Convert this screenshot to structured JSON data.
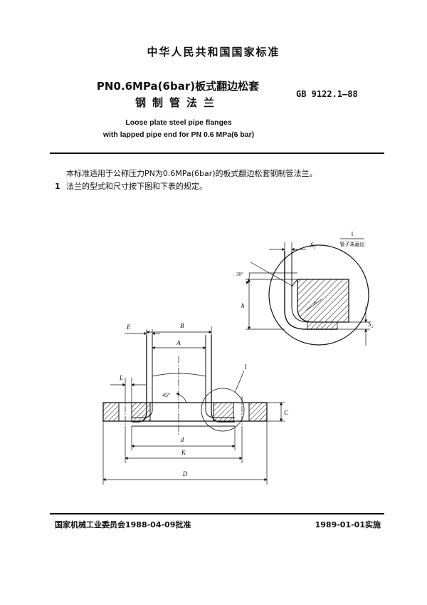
{
  "header": {
    "org": "中华人民共和国国家标准",
    "title_line1": "PN0.6MPa(6bar)板式翻边松套",
    "title_line2": "钢制管法兰",
    "standard_code": "GB 9122.1—88",
    "english_line1": "Loose plate steel pipe flanges",
    "english_line2": "with lapped pipe end for PN 0.6 MPa(6 bar)"
  },
  "body": {
    "para1": "本标准适用于公称压力PN为0.6MPa(6bar)的板式翻边松套钢制管法兰。",
    "para2_number": "1",
    "para2_text": "法兰的型式和尺寸按下图和下表的规定。"
  },
  "drawing": {
    "labels": {
      "E": "E",
      "B": "B",
      "A": "A",
      "L": "L",
      "angle_main": "45°",
      "d": "d",
      "K": "K",
      "D": "D",
      "C": "C",
      "detail_ref": "I",
      "detail_title_num": "I",
      "detail_title_text": "管子未画出",
      "S1": "S₁",
      "angle_detail": "30°",
      "h": "h",
      "r": "r",
      "S2": "S₂"
    }
  },
  "footer": {
    "approval": "国家机械工业委员会1988-04-09批准",
    "effective": "1989-01-01实施"
  }
}
